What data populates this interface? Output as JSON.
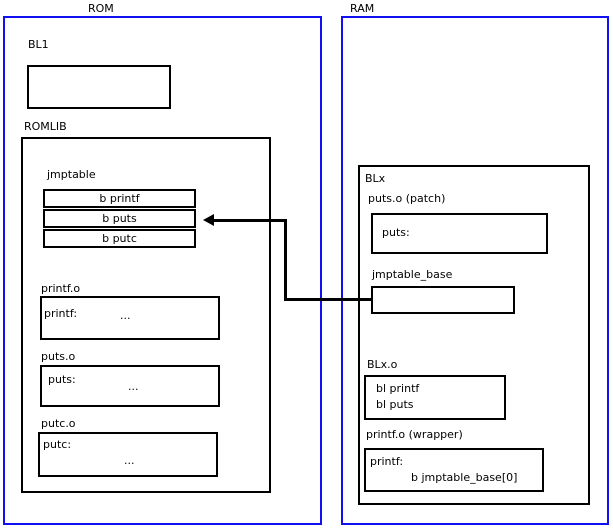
{
  "diagram": {
    "title_left": "ROM",
    "title_right": "RAM",
    "rom": {
      "label": "ROM",
      "bl1_label": "BL1",
      "bl1_body": "",
      "romlib_label": "ROMLIB",
      "jmptable_label": "jmptable",
      "jmptable_rows": [
        {
          "text": "b printf"
        },
        {
          "text": "b puts"
        },
        {
          "text": "b putc"
        }
      ],
      "objects": [
        {
          "label": "printf.o",
          "symbol": "printf:",
          "ellipsis": "..."
        },
        {
          "label": "puts.o",
          "symbol": "puts:",
          "ellipsis": "..."
        },
        {
          "label": "putc.o",
          "symbol": "putc:",
          "ellipsis": "..."
        }
      ]
    },
    "ram": {
      "label": "RAM",
      "blx_label": "BLx",
      "patch": {
        "label": "puts.o (patch)",
        "symbol": "puts:"
      },
      "jmptable_base": {
        "label": "jmptable_base",
        "body": ""
      },
      "blx_o": {
        "label": "BLx.o",
        "line1": "bl printf",
        "line2": "bl puts"
      },
      "printf_wrapper": {
        "label": "printf.o (wrapper)",
        "symbol": "printf:",
        "branch": "b jmptable_base[0]"
      }
    },
    "connector": {
      "name": "jmptable-base-to-b-puts-arrow",
      "description": "arrow from jmptable_base in RAM to the 'b puts' entry of jmptable in ROM"
    },
    "colors": {
      "region_border": "#1010f0",
      "box_border": "#000000",
      "background": "#ffffff",
      "text": "#000000"
    }
  }
}
